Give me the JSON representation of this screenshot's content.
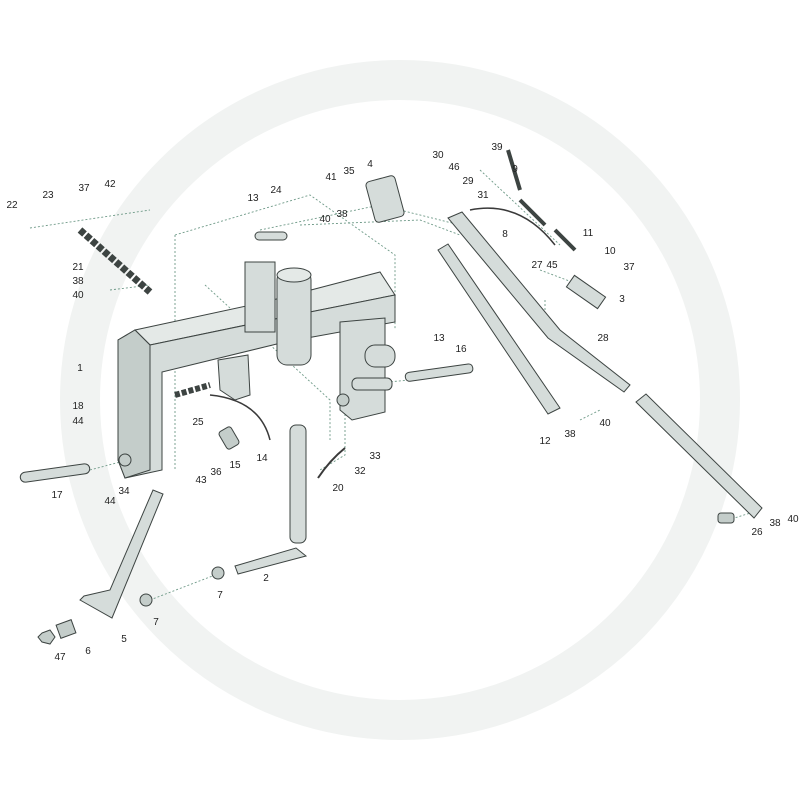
{
  "diagram": {
    "title": "Three-point linkage exploded parts diagram",
    "colors": {
      "part_fill": "#d5dcda",
      "outline": "#3d4442",
      "dash_line": "#6f9a88"
    },
    "callouts": [
      "22",
      "23",
      "37",
      "42",
      "21",
      "38",
      "40",
      "24",
      "13",
      "41",
      "35",
      "4",
      "38",
      "40",
      "30",
      "46",
      "29",
      "31",
      "39",
      "9",
      "8",
      "11",
      "10",
      "27",
      "45",
      "37",
      "3",
      "28",
      "13",
      "16",
      "12",
      "38",
      "40",
      "1",
      "18",
      "44",
      "25",
      "14",
      "15",
      "36",
      "43",
      "33",
      "32",
      "20",
      "17",
      "34",
      "44",
      "2",
      "7",
      "7",
      "5",
      "6",
      "47",
      "26",
      "38",
      "40"
    ]
  }
}
